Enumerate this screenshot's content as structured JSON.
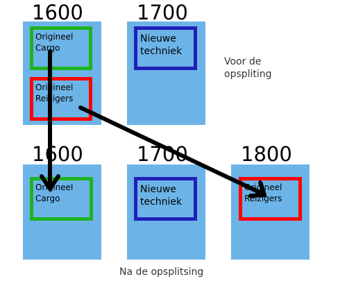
{
  "colors": {
    "column": "#6cb4e8",
    "cargo": "#1fb21f",
    "passengers": "#ff0000",
    "new_technology": "#2020b8",
    "arrow": "#000000"
  },
  "before": {
    "col1_label": "1600",
    "col2_label": "1700",
    "cargo": "Origineel\nCargo",
    "passengers": "Origineel\nReizigers",
    "new_technology": "Nieuwe\ntechniek",
    "caption": "Voor de\nopspliting"
  },
  "after": {
    "col1_label": "1600",
    "col2_label": "1700",
    "col3_label": "1800",
    "cargo": "Origineel\nCargo",
    "new_technology": "Nieuwe\ntechniek",
    "passengers": "Origineel\nReizigers",
    "caption": "Na de opsplitsing"
  }
}
